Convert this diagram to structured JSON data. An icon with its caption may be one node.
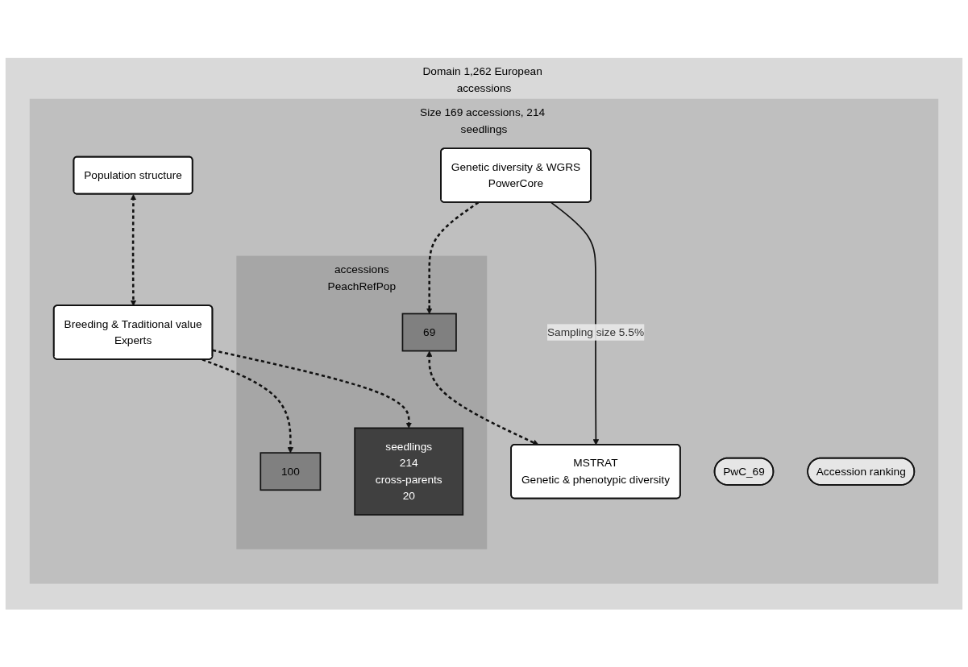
{
  "diagram": {
    "nodes": [
      {
        "text": [
          "Domain 1,262 European accessions"
        ]
      },
      {
        "text": [
          "Size 169 accessions, 214 seedlings"
        ],
        "in": 0
      },
      {
        "text": [
          "Genetic diversity & WGRS",
          "PowerCore"
        ],
        "in": 1
      },
      {
        "text": [
          "PwC_69"
        ],
        "in": 1
      },
      {
        "text": [
          "Population structure"
        ],
        "in": 1
      },
      {
        "text": [
          "Breeding & Traditional value",
          "Experts"
        ],
        "in": 1
      },
      {
        "text": [
          "MSTRAT",
          "Genetic & phenotypic diversity"
        ],
        "in": 1
      },
      {
        "text": [
          "Accession ranking"
        ],
        "in": 1
      },
      {
        "text": [
          "accessions",
          "PeachRefPop"
        ],
        "in": 1
      },
      {
        "text": [
          "69"
        ],
        "in": 8
      },
      {
        "text": [
          "100"
        ],
        "in": 8
      },
      {
        "text": [
          "seedlings",
          "214",
          "cross-parents",
          "20"
        ],
        "in": 8
      }
    ],
    "edges": [
      {
        "from": 2,
        "to": 6,
        "arrow": "to",
        "label": "Sampling size 5.5%"
      },
      {
        "from": 2,
        "to": 9,
        "arrow": "to",
        "style": "dashed"
      },
      {
        "from": 4,
        "to": 5,
        "arrow": "both",
        "style": "dashed"
      },
      {
        "from": 5,
        "to": 10,
        "arrow": "to",
        "style": "dashed"
      },
      {
        "from": 5,
        "to": 11,
        "arrow": "to",
        "style": "dashed"
      },
      {
        "from": 9,
        "to": 6,
        "arrow": "both",
        "style": "dashed"
      }
    ]
  }
}
